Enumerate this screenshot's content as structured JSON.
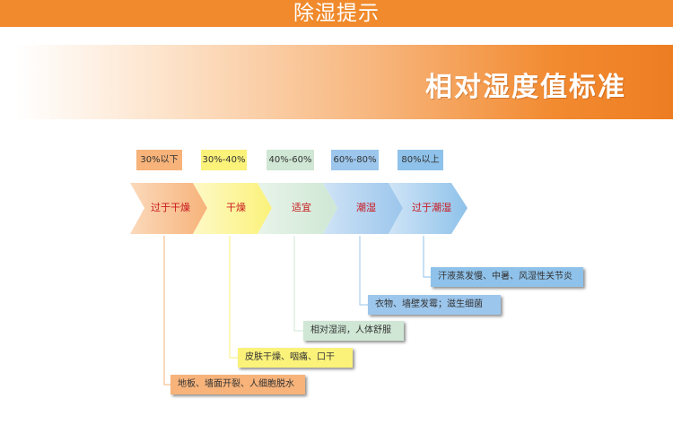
{
  "top_title": "除湿提示",
  "header_title": "相对湿度值标准",
  "levels": [
    {
      "range": "30%以下",
      "name": "过于干燥",
      "effect": "地板、墙面开裂、人细胞脱水",
      "color": "#f7b37a",
      "light": "#fbd9bb"
    },
    {
      "range": "30%-40%",
      "name": "干燥",
      "effect": "皮肤干燥、咽痛、口干",
      "color": "#fbf27a",
      "light": "#fdf9c6"
    },
    {
      "range": "40%-60%",
      "name": "适宜",
      "effect": "相对湿润，人体舒服",
      "color": "#cfe7d4",
      "light": "#e8f4ea"
    },
    {
      "range": "60%-80%",
      "name": "潮湿",
      "effect": "衣物、墙壁发霉；滋生细菌",
      "color": "#9cc6ec",
      "light": "#cfe3f6"
    },
    {
      "range": "80%以上",
      "name": "过于潮湿",
      "effect": "汗液蒸发慢、中暑、风湿性关节炎",
      "color": "#8fc2ea",
      "light": "#cfe4f6"
    }
  ]
}
